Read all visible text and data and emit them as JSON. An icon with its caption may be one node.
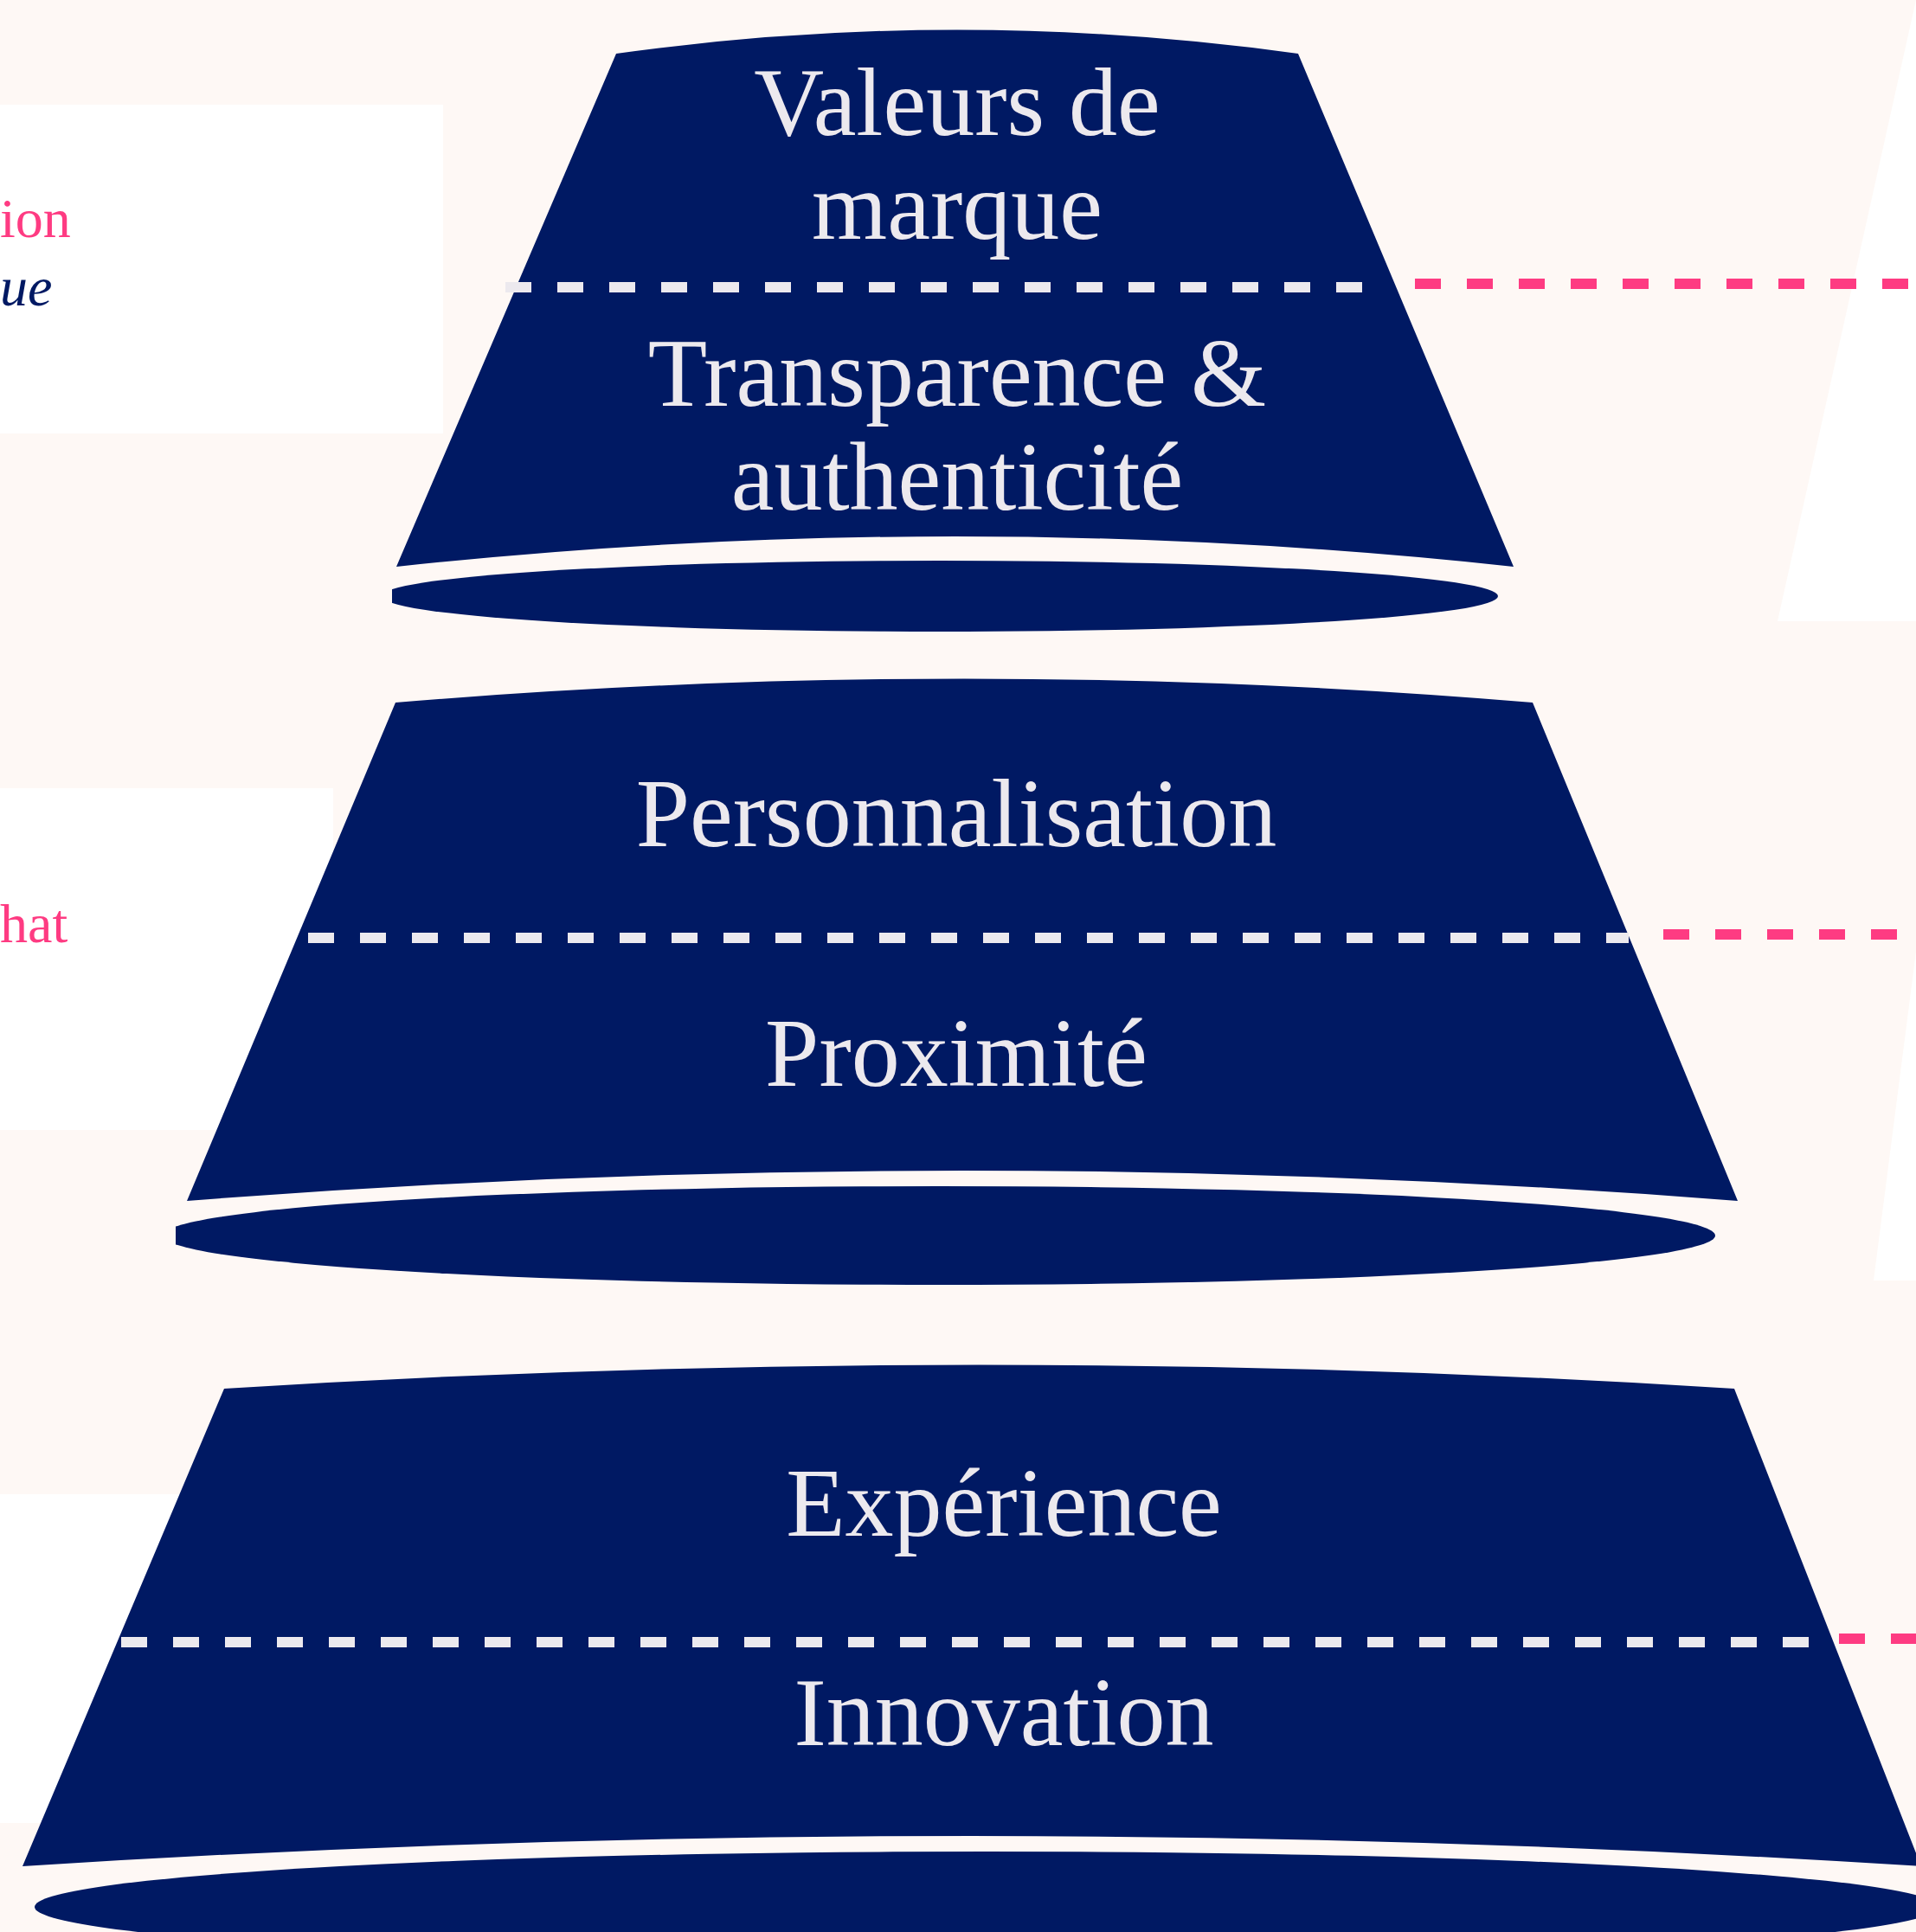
{
  "diagram": {
    "nodes": [
      {
        "text": [
          "Valeurs de marque",
          "Transparence & authenticité"
        ]
      },
      {
        "text": [
          "Personnalisation",
          "Proximité"
        ]
      },
      {
        "text": [
          "Expérience",
          "Innovation"
        ]
      }
    ],
    "labels": [
      "ion",
      "ue",
      "hat"
    ]
  }
}
